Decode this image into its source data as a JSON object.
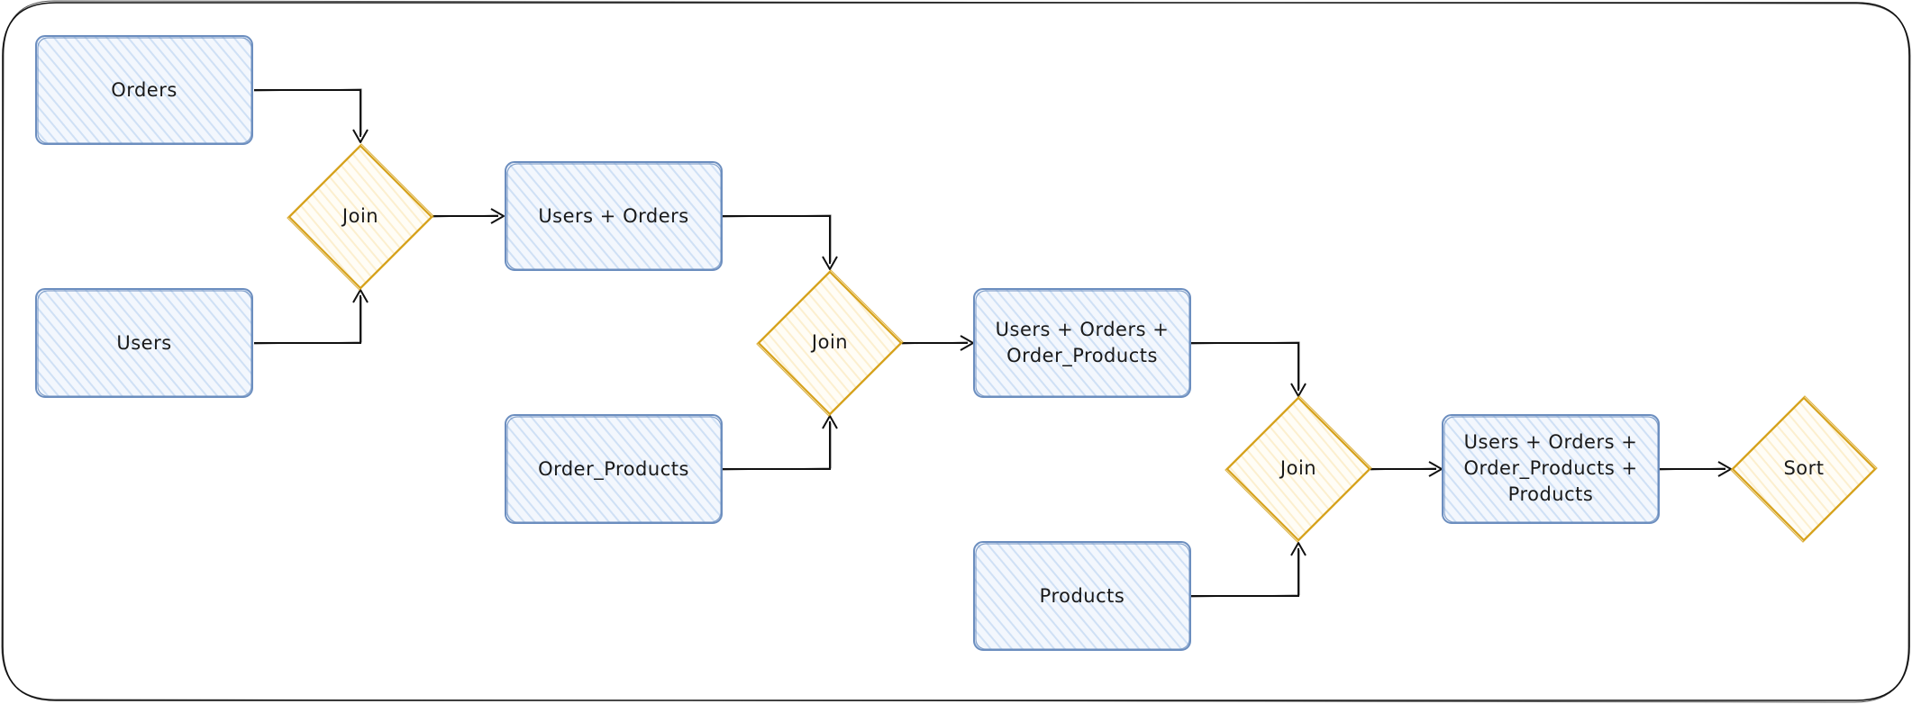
{
  "diagram": {
    "colors": {
      "process_stroke": "#6c8ebf",
      "process_fill": "#dae8fc",
      "decision_stroke": "#d6a21c",
      "decision_fill": "#fff2cc",
      "edge": "#111111"
    },
    "nodes": {
      "orders": {
        "label": "Orders",
        "shape": "rectangle"
      },
      "users": {
        "label": "Users",
        "shape": "rectangle"
      },
      "join1": {
        "label": "Join",
        "shape": "diamond"
      },
      "users_orders": {
        "label": "Users + Orders",
        "shape": "rectangle"
      },
      "order_products": {
        "label": "Order_Products",
        "shape": "rectangle"
      },
      "join2": {
        "label": "Join",
        "shape": "diamond"
      },
      "users_orders_order_products": {
        "lines": [
          "Users + Orders +",
          "Order_Products"
        ],
        "shape": "rectangle"
      },
      "products": {
        "label": "Products",
        "shape": "rectangle"
      },
      "join3": {
        "label": "Join",
        "shape": "diamond"
      },
      "users_orders_order_products_products": {
        "lines": [
          "Users + Orders +",
          "Order_Products +",
          "Products"
        ],
        "shape": "rectangle"
      },
      "sort": {
        "label": "Sort",
        "shape": "diamond"
      }
    },
    "edges": [
      {
        "from": "orders",
        "to": "join1"
      },
      {
        "from": "users",
        "to": "join1"
      },
      {
        "from": "join1",
        "to": "users_orders"
      },
      {
        "from": "users_orders",
        "to": "join2"
      },
      {
        "from": "order_products",
        "to": "join2"
      },
      {
        "from": "join2",
        "to": "users_orders_order_products"
      },
      {
        "from": "users_orders_order_products",
        "to": "join3"
      },
      {
        "from": "products",
        "to": "join3"
      },
      {
        "from": "join3",
        "to": "users_orders_order_products_products"
      },
      {
        "from": "users_orders_order_products_products",
        "to": "sort"
      }
    ]
  }
}
